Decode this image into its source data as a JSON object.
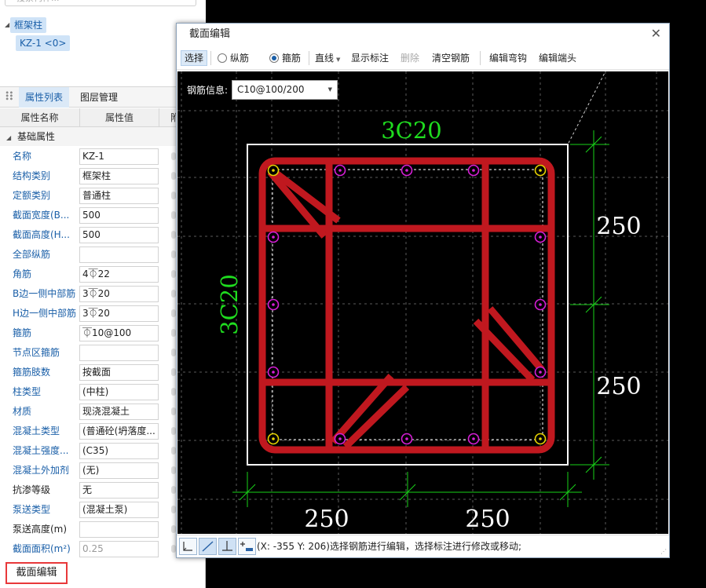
{
  "tree": {
    "search_placeholder": "搜索构件...",
    "category": "框架柱",
    "item": "KZ-1 <0>"
  },
  "tabs": {
    "properties": "属性列表",
    "layers": "图层管理"
  },
  "grid_head": {
    "name": "属性名称",
    "value": "属性值",
    "extra": "附"
  },
  "group": "基础属性",
  "properties": [
    {
      "name": "名称",
      "value": "KZ-1",
      "style": "blue"
    },
    {
      "name": "结构类别",
      "value": "框架柱",
      "style": "blue"
    },
    {
      "name": "定额类别",
      "value": "普通柱",
      "style": "blue"
    },
    {
      "name": "截面宽度(B...",
      "value": "500",
      "style": "blue"
    },
    {
      "name": "截面高度(H...",
      "value": "500",
      "style": "blue"
    },
    {
      "name": "全部纵筋",
      "value": "",
      "style": "blue"
    },
    {
      "name": "角筋",
      "value": "4⏁22",
      "style": "blue"
    },
    {
      "name": "B边一侧中部筋",
      "value": "3⏁20",
      "style": "blue"
    },
    {
      "name": "H边一侧中部筋",
      "value": "3⏁20",
      "style": "blue"
    },
    {
      "name": "箍筋",
      "value": "⏁10@100",
      "style": "blue"
    },
    {
      "name": "节点区箍筋",
      "value": "",
      "style": "blue"
    },
    {
      "name": "箍筋肢数",
      "value": "按截面",
      "style": "blue"
    },
    {
      "name": "柱类型",
      "value": "(中柱)",
      "style": "blue"
    },
    {
      "name": "材质",
      "value": "现浇混凝土",
      "style": "blue"
    },
    {
      "name": "混凝土类型",
      "value": "(普通砼(坍落度...",
      "style": "blue"
    },
    {
      "name": "混凝土强度...",
      "value": "(C35)",
      "style": "blue"
    },
    {
      "name": "混凝土外加剂",
      "value": "(无)",
      "style": "blue"
    },
    {
      "name": "抗渗等级",
      "value": "无",
      "style": "dark"
    },
    {
      "name": "泵送类型",
      "value": "(混凝土泵)",
      "style": "blue"
    },
    {
      "name": "泵送高度(m)",
      "value": "",
      "style": "dark"
    },
    {
      "name": "截面面积(m²)",
      "value": "0.25",
      "style": "blue"
    }
  ],
  "edit_button": "截面编辑",
  "dialog": {
    "title": "截面编辑",
    "toolbar": {
      "select": "选择",
      "longitudinal": "纵筋",
      "stirrup": "箍筋",
      "line": "直线",
      "show_annotation": "显示标注",
      "delete": "删除",
      "clear_rebar": "清空钢筋",
      "edit_hook": "编辑弯钩",
      "edit_end": "编辑端头"
    },
    "rebar_info_label": "钢筋信息:",
    "rebar_info_value": "C10@100/200",
    "status_text": "(X: -355 Y: 206)选择钢筋进行编辑，选择标注进行修改或移动;"
  },
  "drawing": {
    "top_label": "3C20",
    "left_label": "3C20",
    "dim_right_top": "250",
    "dim_right_bottom": "250",
    "dim_bottom_left": "250",
    "dim_bottom_right": "250"
  },
  "colors": {
    "rebar_red": "#c0181f",
    "label_green": "#1fdc1f",
    "corner_bar": "#e6d200",
    "mid_bar": "#d61ed6",
    "dim_green": "#19d219"
  }
}
